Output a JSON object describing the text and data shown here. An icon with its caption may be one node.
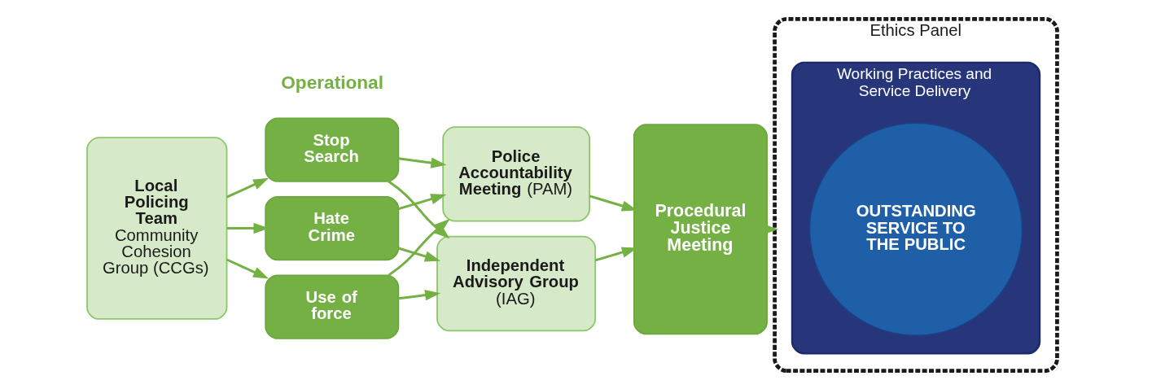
{
  "diagram": {
    "nodes": [
      {
        "text": [
          "Local Policing Team",
          "Community Cohesion Group (CCGs)"
        ]
      },
      {
        "text": [
          "Stop Search"
        ]
      },
      {
        "text": [
          "Hate Crime"
        ]
      },
      {
        "text": [
          "Use of force"
        ]
      },
      {
        "text": [
          "**Police Accountability Meeting** (PAM)"
        ]
      },
      {
        "text": [
          "**Independent Advisory Group** (IAG)"
        ]
      },
      {
        "text": [
          "Procedural Justice Meeting"
        ]
      },
      {
        "text": [
          "Ethics Panel"
        ]
      },
      {
        "text": [
          "Working Practices and Service Delivery"
        ],
        "in": 7
      },
      {
        "text": [
          "OUTSTANDING SERVICE TO THE PUBLIC"
        ],
        "in": 8
      }
    ],
    "edges": [
      {
        "from": 0,
        "to": 1,
        "arrow": "to"
      },
      {
        "from": 0,
        "to": 2,
        "arrow": "to"
      },
      {
        "from": 0,
        "to": 3,
        "arrow": "to"
      },
      {
        "from": 1,
        "to": 4,
        "arrow": "to"
      },
      {
        "from": 1,
        "to": 5,
        "arrow": "to"
      },
      {
        "from": 2,
        "to": 4,
        "arrow": "to"
      },
      {
        "from": 2,
        "to": 5,
        "arrow": "to"
      },
      {
        "from": 3,
        "to": 4,
        "arrow": "to"
      },
      {
        "from": 3,
        "to": 5,
        "arrow": "to"
      },
      {
        "from": 4,
        "to": 6,
        "arrow": "to"
      },
      {
        "from": 5,
        "to": 6,
        "arrow": "to"
      },
      {
        "from": 6,
        "to": 7,
        "arrow": "to"
      }
    ],
    "labels": [
      "Operational"
    ]
  }
}
